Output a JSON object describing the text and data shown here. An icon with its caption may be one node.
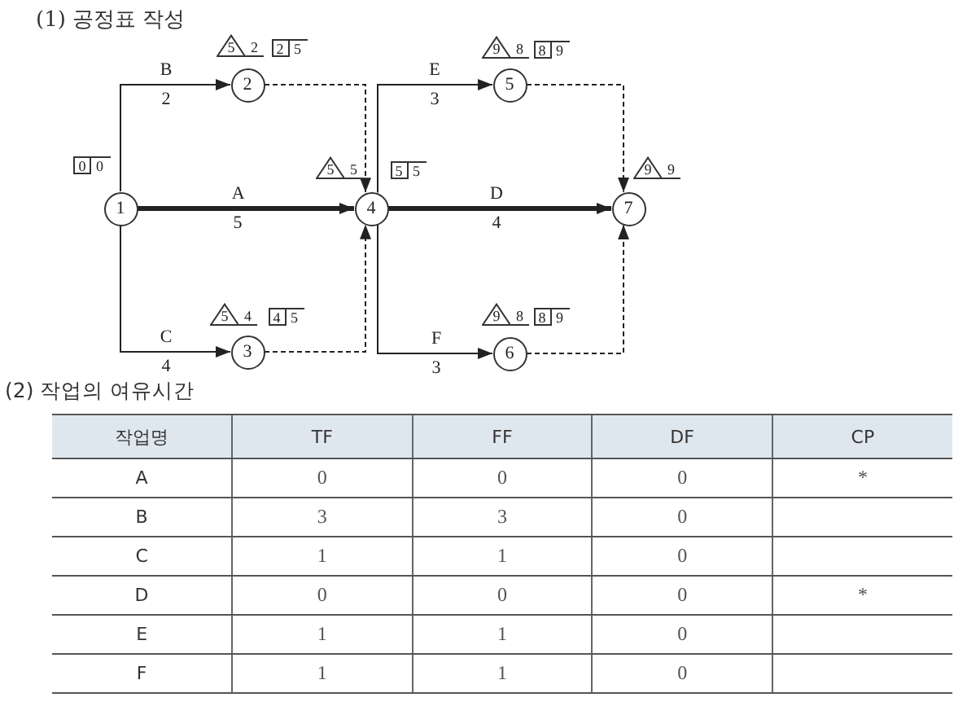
{
  "diagram": {
    "nodes": [
      {
        "text": [
          "1"
        ],
        "beside": [
          "0",
          "0"
        ]
      },
      {
        "text": [
          "2"
        ],
        "beside": [
          "5",
          "2",
          "2",
          "5"
        ]
      },
      {
        "text": [
          "3"
        ],
        "beside": [
          "5",
          "4",
          "4",
          "5"
        ]
      },
      {
        "text": [
          "4"
        ],
        "beside": [
          "5",
          "5",
          "5",
          "5"
        ]
      },
      {
        "text": [
          "5"
        ],
        "beside": [
          "9",
          "8",
          "8",
          "9"
        ]
      },
      {
        "text": [
          "6"
        ],
        "beside": [
          "9",
          "8",
          "8",
          "9"
        ]
      },
      {
        "text": [
          "7"
        ],
        "beside": [
          "9",
          "9"
        ]
      }
    ],
    "edges": [
      {
        "from": 0,
        "to": 3,
        "arrow": "to",
        "label": "A 5",
        "style": "thick"
      },
      {
        "from": 0,
        "to": 1,
        "arrow": "to",
        "label": "B 2"
      },
      {
        "from": 0,
        "to": 2,
        "arrow": "to",
        "label": "C 4"
      },
      {
        "from": 3,
        "to": 6,
        "arrow": "to",
        "label": "D 4",
        "style": "thick"
      },
      {
        "from": 3,
        "to": 4,
        "arrow": "to",
        "label": "E 3"
      },
      {
        "from": 3,
        "to": 5,
        "arrow": "to",
        "label": "F 3"
      },
      {
        "from": 1,
        "to": 3,
        "arrow": "to",
        "style": "dashed"
      },
      {
        "from": 2,
        "to": 3,
        "arrow": "to",
        "style": "dashed"
      },
      {
        "from": 4,
        "to": 6,
        "arrow": "to",
        "style": "dashed"
      },
      {
        "from": 5,
        "to": 6,
        "arrow": "to",
        "style": "dashed"
      }
    ],
    "labels": [
      "(1) 공정표 작성",
      "(2) 작업의 여유시간",
      "작업명",
      "TF",
      "FF",
      "DF",
      "CP",
      "A",
      "0",
      "0",
      "0",
      "*",
      "B",
      "3",
      "3",
      "0",
      "C",
      "1",
      "1",
      "0",
      "D",
      "0",
      "0",
      "0",
      "*",
      "E",
      "1",
      "1",
      "0",
      "F",
      "1",
      "1",
      "0"
    ]
  }
}
